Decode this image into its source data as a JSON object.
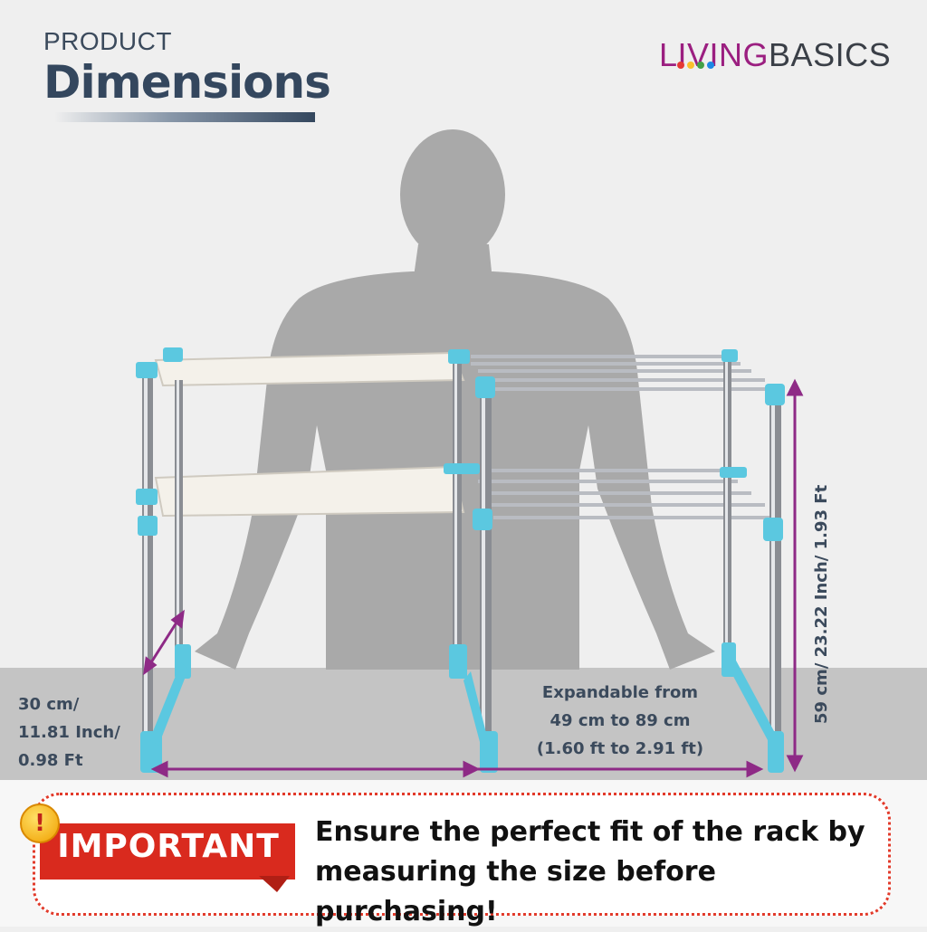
{
  "header": {
    "eyebrow": "PRODUCT",
    "title": "Dimensions"
  },
  "brand": {
    "part1": "LIVING",
    "part2": "BASICS",
    "dot_colors": [
      "#e53935",
      "#fbc02d",
      "#43a047",
      "#1e88e5"
    ]
  },
  "dimensions": {
    "depth": [
      "30 cm/",
      "11.81 Inch/",
      "0.98 Ft"
    ],
    "width": [
      "Expandable from",
      "49 cm to 89 cm",
      "(1.60 ft to 2.91 ft)"
    ],
    "height": "59 cm/ 23.22 Inch/ 1.93 Ft"
  },
  "notice": {
    "badge": "IMPORTANT",
    "line1": "Ensure the perfect fit of the rack by",
    "line2": "measuring the size before purchasing!"
  },
  "colors": {
    "arrow": "#8e2a86",
    "rack_accent": "#5bc8e0",
    "badge": "#d92a1e",
    "title": "#34475e"
  }
}
